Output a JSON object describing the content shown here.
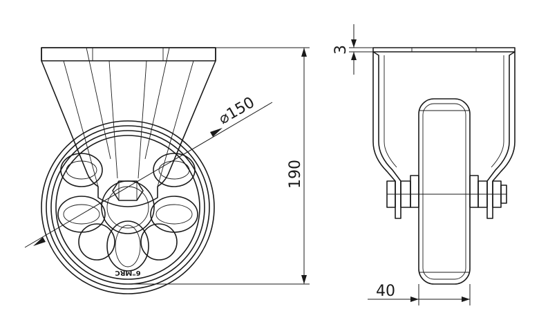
{
  "dimensions": {
    "diameter": "⌀150",
    "height": "190",
    "plate_thickness": "3",
    "wheel_width": "40"
  },
  "wheel_marking": "6\"MRC"
}
